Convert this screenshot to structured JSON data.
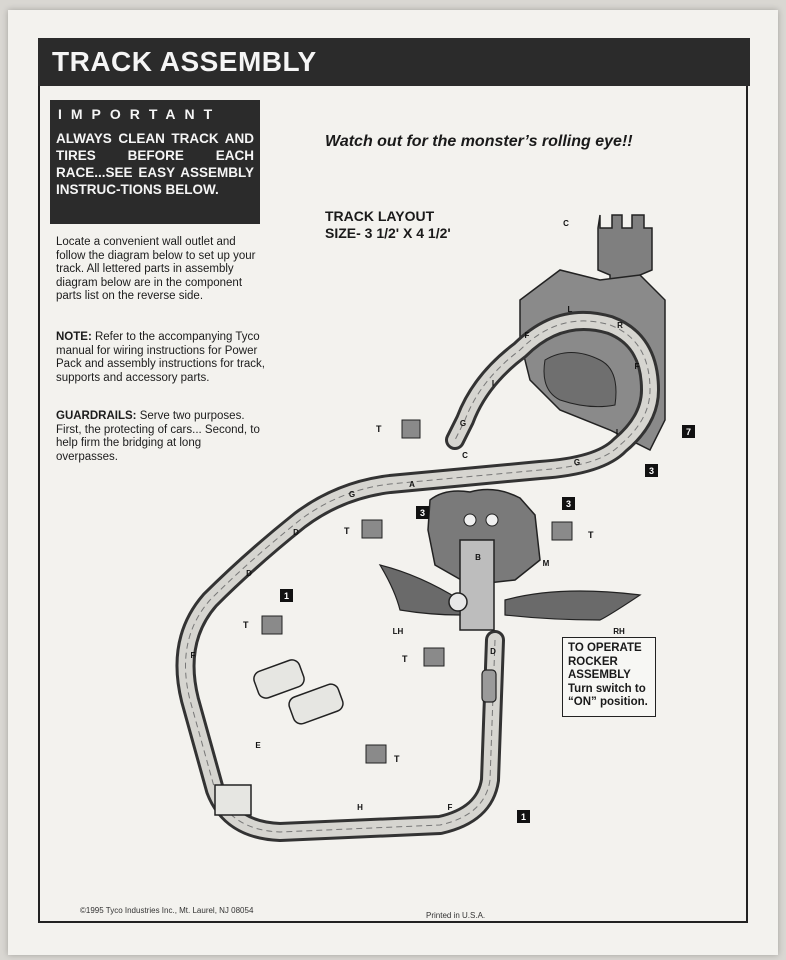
{
  "header": {
    "title": "TRACK ASSEMBLY"
  },
  "important": {
    "title": "IMPORTANT",
    "body": "ALWAYS CLEAN TRACK AND TIRES BEFORE EACH RACE...SEE EASY ASSEMBLY INSTRUC-TIONS BELOW."
  },
  "instructions": {
    "intro": "Locate a convenient wall outlet and follow the diagram below to set up your track. All lettered parts in assembly diagram below are in the component parts list on the reverse side.",
    "note_label": "NOTE:",
    "note_text": " Refer to the accompanying Tyco manual for wiring instructions for Power Pack and assembly instructions for track, supports and accessory parts.",
    "guardrails_label": "GUARDRAILS:",
    "guardrails_text": " Serve two purposes. First, the protecting of cars... Second, to help firm the bridging at long overpasses."
  },
  "tagline": "Watch out for the monster’s rolling eye!!",
  "track_layout": {
    "label": "TRACK LAYOUT",
    "size": "SIZE-  3 1/2' X 4 1/2'"
  },
  "diagram": {
    "part_letters": [
      "C",
      "L",
      "R",
      "F",
      "I",
      "G",
      "F",
      "I",
      "G",
      "A",
      "G",
      "D",
      "D",
      "F",
      "E",
      "H",
      "F",
      "D",
      "B",
      "C",
      "M",
      "LH",
      "RH"
    ],
    "supports": [
      "T",
      "T",
      "T",
      "T",
      "T",
      "T"
    ],
    "numbered_markers": [
      "7",
      "3",
      "3",
      "3",
      "1",
      "1"
    ]
  },
  "callout": {
    "line1": "TO OPERATE",
    "line2": "ROCKER",
    "line3": "ASSEMBLY",
    "line4": "Turn switch to",
    "line5": "“ON” position."
  },
  "footer": {
    "copyright": "©1995 Tyco Industries Inc., Mt. Laurel, NJ 08054",
    "printed": "Printed in U.S.A."
  },
  "colors": {
    "header_bg": "#2b2b2b",
    "paper": "#f3f2ee",
    "monster_gray": "#8a8a8a"
  }
}
